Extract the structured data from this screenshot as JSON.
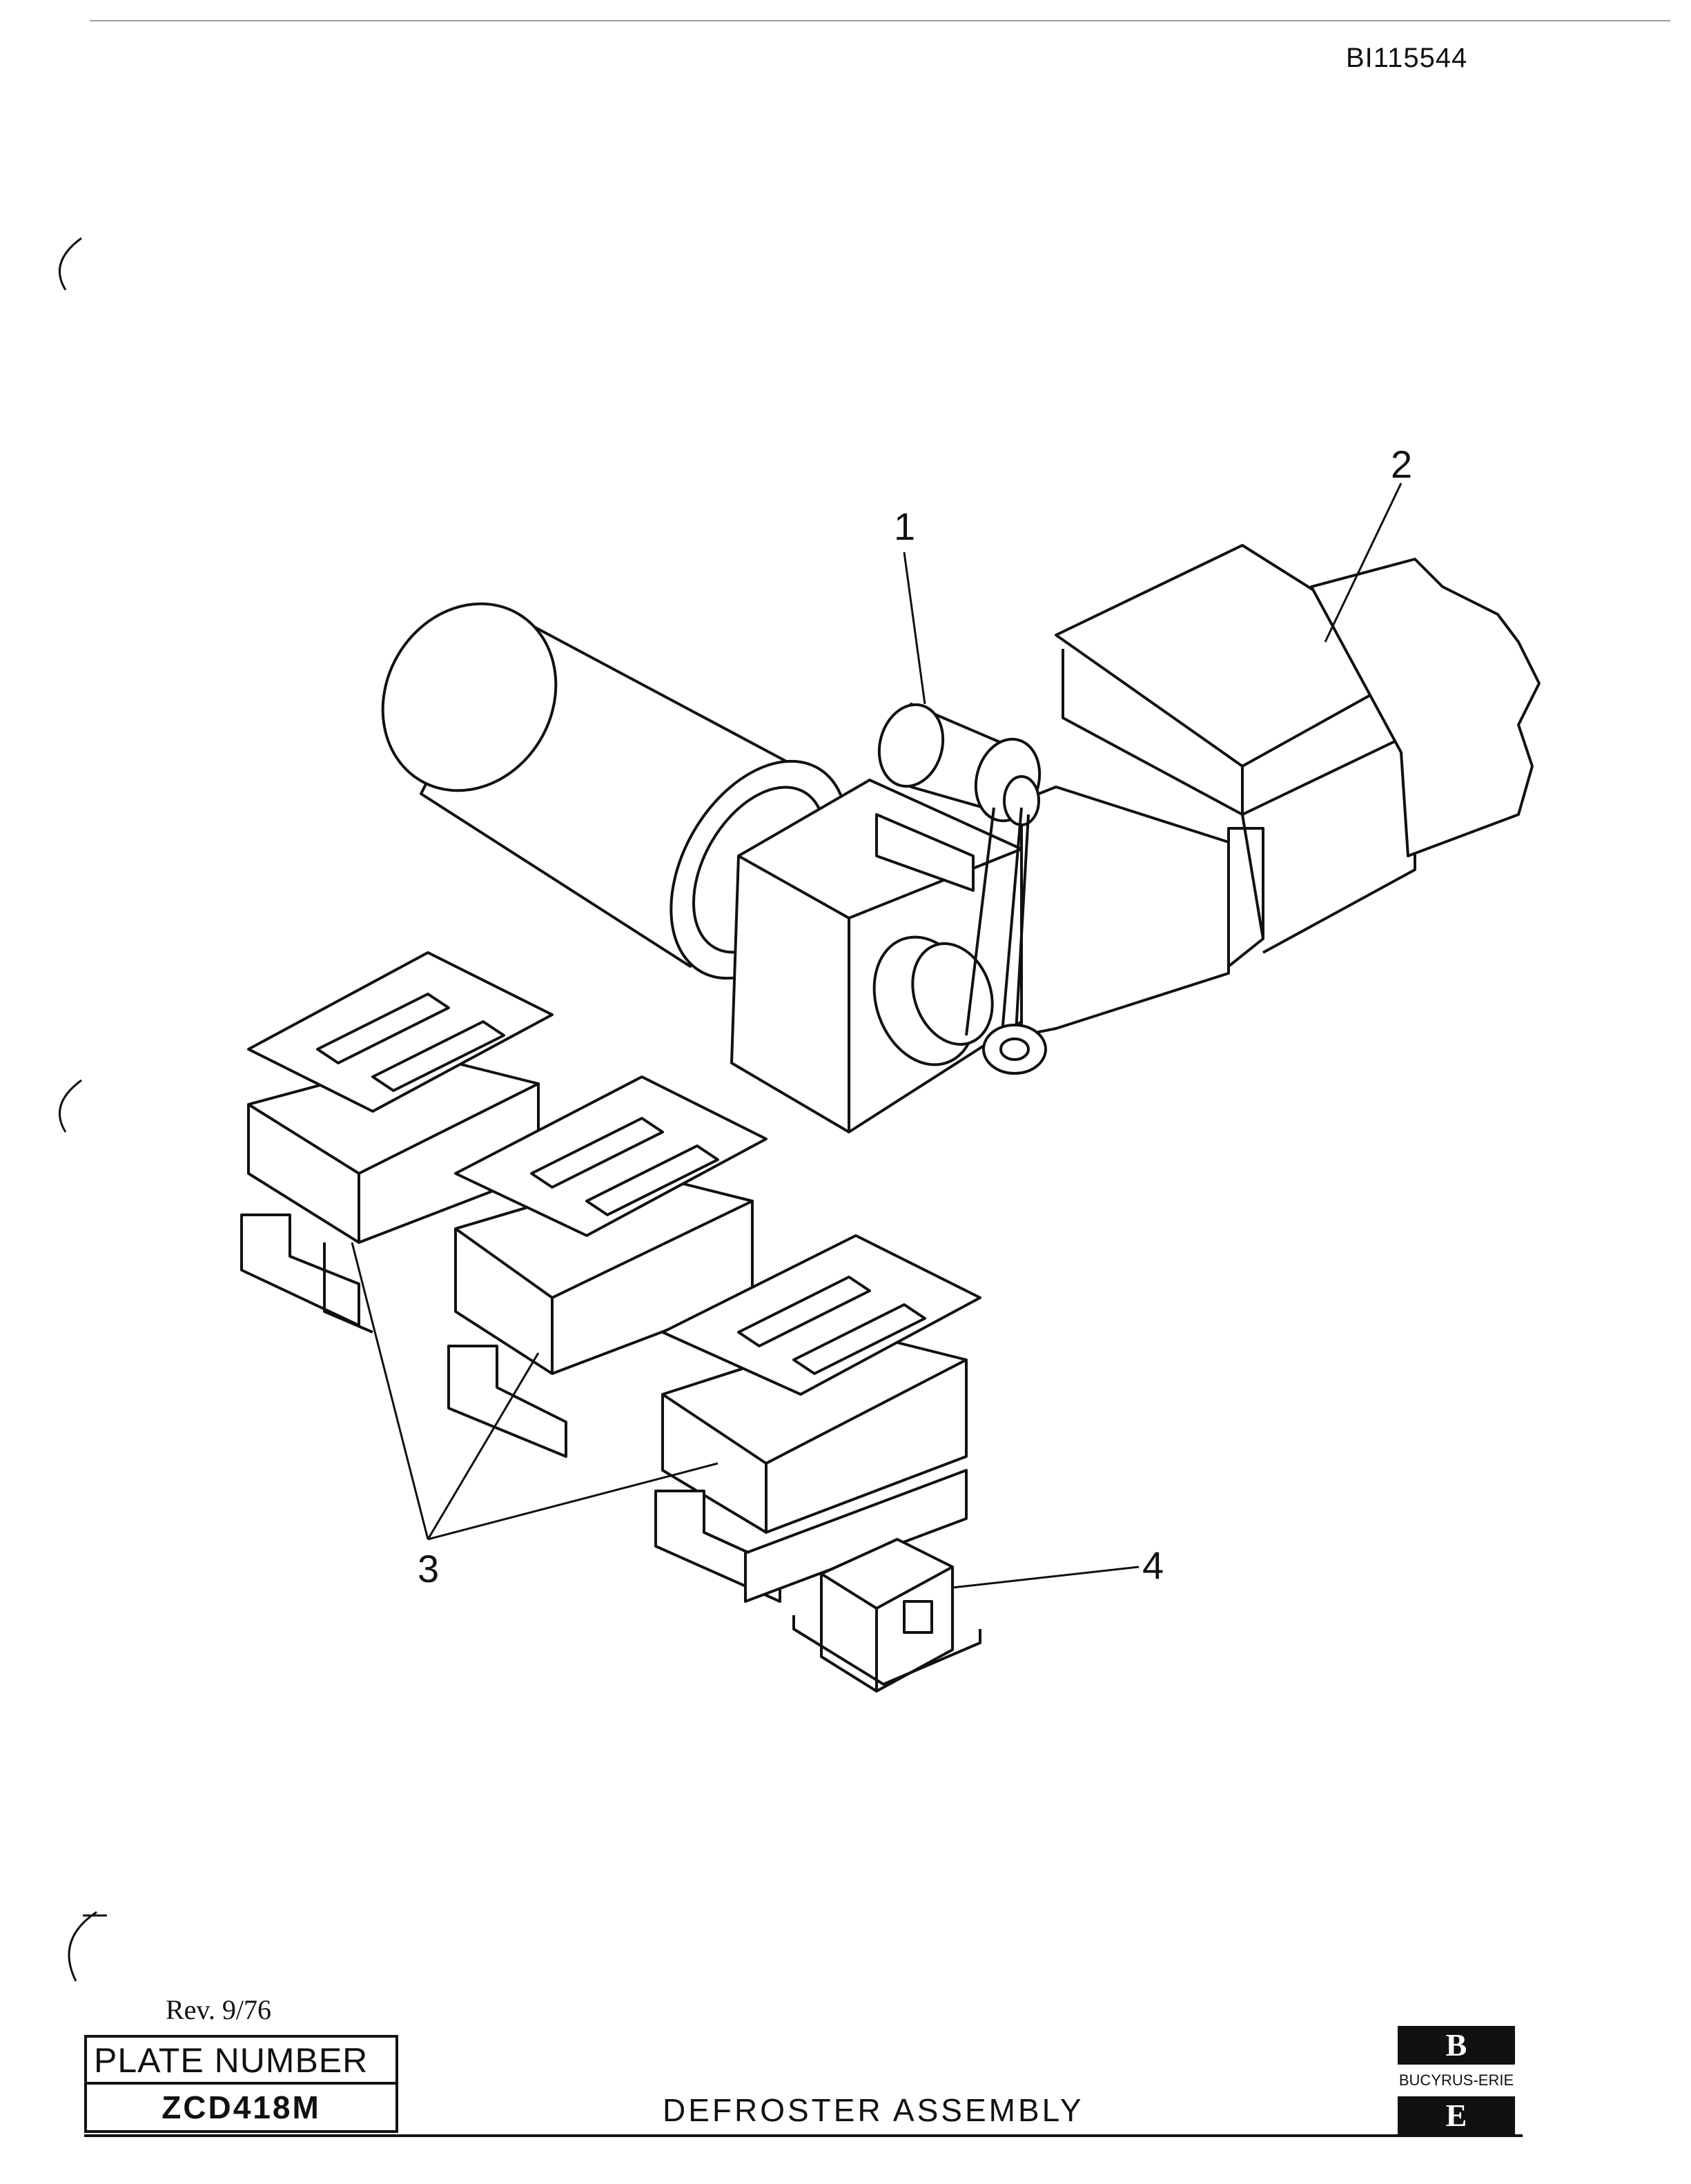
{
  "header": {
    "doc_id": "BI115544"
  },
  "callouts": [
    "1",
    "2",
    "3",
    "4"
  ],
  "footer": {
    "revision": "Rev. 9/76",
    "plate_label": "PLATE NUMBER",
    "plate_number": "ZCD418M",
    "title": "DEFROSTER ASSEMBLY"
  },
  "logo": {
    "top_letter": "B",
    "company": "BUCYRUS-ERIE",
    "bottom_letter": "E"
  },
  "icons": [
    "binder-hole-icon"
  ]
}
